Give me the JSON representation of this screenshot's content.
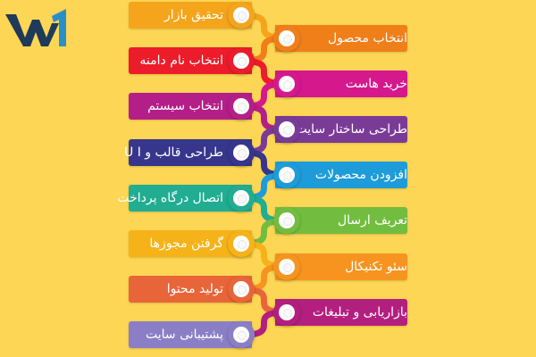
{
  "logo": {
    "name": "brand-logo",
    "colors": [
      "#2a8fc9",
      "#1f3a5a"
    ]
  },
  "steps": [
    {
      "label": "تحقیق بازار",
      "color": "#f4a51c",
      "side": "left"
    },
    {
      "label": "انتخاب محصول",
      "color": "#f07f1a",
      "side": "right"
    },
    {
      "label": "انتخاب نام دامنه",
      "color": "#ec1c2b",
      "side": "left"
    },
    {
      "label": "خرید هاست",
      "color": "#d6188d",
      "side": "right"
    },
    {
      "label": "انتخاب سیستم",
      "color": "#b41e88",
      "side": "left"
    },
    {
      "label": "طراحی ساختار سایت",
      "color": "#7a3b97",
      "side": "right"
    },
    {
      "label": "طراحی قالب و U I",
      "color": "#36368d",
      "side": "left"
    },
    {
      "label": "افزودن محصولات",
      "color": "#1e9cd9",
      "side": "right"
    },
    {
      "label": "اتصال درگاه پرداخت",
      "color": "#21ad92",
      "side": "left"
    },
    {
      "label": "تعریف ارسال",
      "color": "#72bd40",
      "side": "right"
    },
    {
      "label": "گرفتن مجوزها",
      "color": "#f6b319",
      "side": "left"
    },
    {
      "label": "سئو تکنیکال",
      "color": "#f6941f",
      "side": "right"
    },
    {
      "label": "تولید محتوا",
      "color": "#e8653a",
      "side": "left"
    },
    {
      "label": "بازاریابی و تبلیغات",
      "color": "#b31f7f",
      "side": "right"
    },
    {
      "label": "پشتیبانی سایت",
      "color": "#8a7fc6",
      "side": "left"
    }
  ]
}
